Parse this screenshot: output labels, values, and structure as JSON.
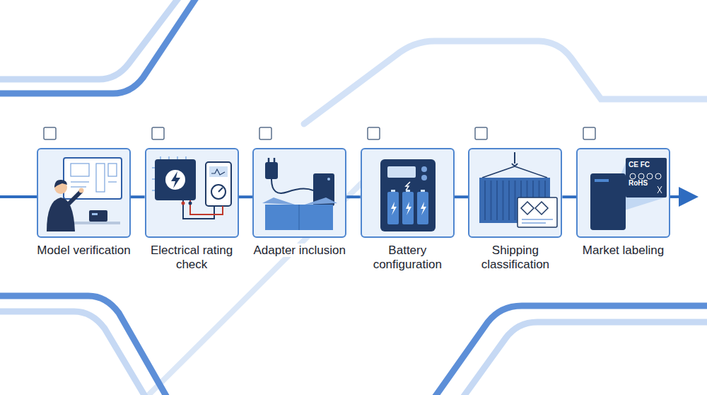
{
  "diagram": {
    "nodes": [
      {
        "text": [
          "Model verification"
        ]
      },
      {
        "text": [
          "Electrical rating check"
        ]
      },
      {
        "text": [
          "Adapter inclusion"
        ]
      },
      {
        "text": [
          "Battery configuration"
        ]
      },
      {
        "text": [
          "Shipping classification"
        ]
      },
      {
        "text": [
          "Market labeling"
        ]
      }
    ],
    "edges": [
      {
        "from": 0,
        "to": 1,
        "arrow": "none"
      },
      {
        "from": 1,
        "to": 2,
        "arrow": "none"
      },
      {
        "from": 2,
        "to": 3,
        "arrow": "none"
      },
      {
        "from": 3,
        "to": 4,
        "arrow": "none"
      },
      {
        "from": 4,
        "to": 5,
        "arrow": "none"
      }
    ],
    "labels": [
      "CE FC",
      "RoHS"
    ]
  }
}
